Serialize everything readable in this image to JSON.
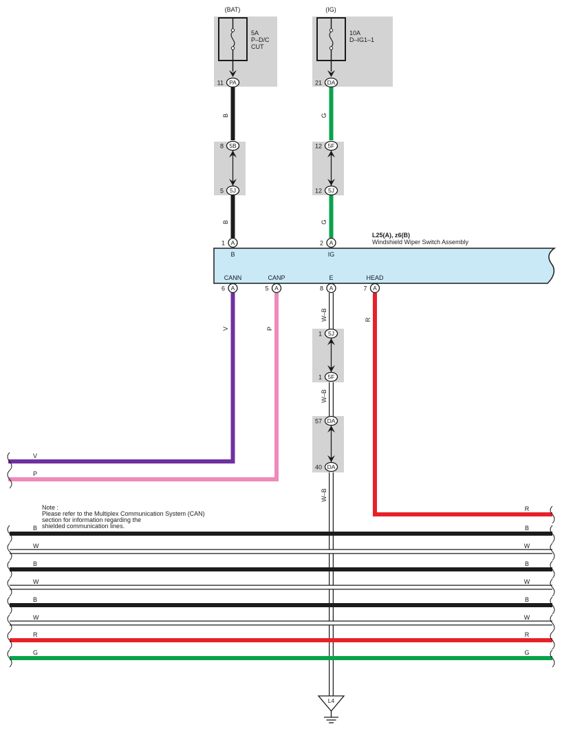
{
  "colors": {
    "black_wire": "#1c1c1c",
    "green_wire": "#0aa24b",
    "violet_wire": "#7030a0",
    "pink_wire": "#ef89bb",
    "red_wire": "#e8202a",
    "white_wire": "#ffffff",
    "gray_box": "#d3d3d3",
    "component_fill": "#c9e9f7"
  },
  "fuses": {
    "bat": {
      "source": "(BAT)",
      "rating": "5A",
      "name_line1": "P–D/C",
      "name_line2": "CUT"
    },
    "ig": {
      "source": "(IG)",
      "rating": "10A",
      "name_line1": "D–IG1–1"
    }
  },
  "connectors": {
    "pa": {
      "pin": "11",
      "code": "PA"
    },
    "da_top": {
      "pin": "21",
      "code": "DA"
    },
    "c5b": {
      "pin": "8",
      "code": "5B"
    },
    "c5j_left": {
      "pin": "5",
      "code": "5J"
    },
    "c5f_top": {
      "pin": "12",
      "code": "5F"
    },
    "c5j_top": {
      "pin": "12",
      "code": "5J"
    },
    "c5j_mid": {
      "pin": "1",
      "code": "5J"
    },
    "c5f_mid": {
      "pin": "1",
      "code": "5F"
    },
    "da_57": {
      "pin": "57",
      "code": "DA"
    },
    "da_40": {
      "pin": "40",
      "code": "DA"
    }
  },
  "wire_labels": {
    "b1": "B",
    "b2": "B",
    "g1": "G",
    "g2": "G",
    "v": "V",
    "p": "P",
    "r": "R",
    "wb1": "W–B",
    "wb2": "W–B",
    "wb3": "W–B"
  },
  "component": {
    "id": "L25(A), z6(B)",
    "name": "Windshield Wiper Switch Assembly",
    "pins_top": [
      {
        "pin": "1",
        "conn": "A",
        "signal": "B"
      },
      {
        "pin": "2",
        "conn": "A",
        "signal": "IG"
      }
    ],
    "pins_bottom": [
      {
        "pin": "6",
        "conn": "A",
        "signal": "CANN"
      },
      {
        "pin": "5",
        "conn": "A",
        "signal": "CANP"
      },
      {
        "pin": "8",
        "conn": "A",
        "signal": "E"
      },
      {
        "pin": "7",
        "conn": "A",
        "signal": "HEAD"
      }
    ]
  },
  "left_wires": [
    {
      "label": "V"
    },
    {
      "label": "P"
    }
  ],
  "note": {
    "line1": "Note :",
    "line2": "Please refer to the Multiplex Communication System (CAN)",
    "line3": "section for information regarding the",
    "line4": "shielded communication lines."
  },
  "bus_wires": [
    {
      "color": "R",
      "left": "",
      "right": "R"
    },
    {
      "color": "B",
      "left": "B",
      "right": "B"
    },
    {
      "color": "W",
      "left": "W",
      "right": "W"
    },
    {
      "color": "B",
      "left": "B",
      "right": "B"
    },
    {
      "color": "W",
      "left": "W",
      "right": "W"
    },
    {
      "color": "B",
      "left": "B",
      "right": "B"
    },
    {
      "color": "W",
      "left": "W",
      "right": "W"
    },
    {
      "color": "R",
      "left": "R",
      "right": "R"
    },
    {
      "color": "G",
      "left": "G",
      "right": "G"
    }
  ],
  "ground": {
    "label": "L4"
  }
}
